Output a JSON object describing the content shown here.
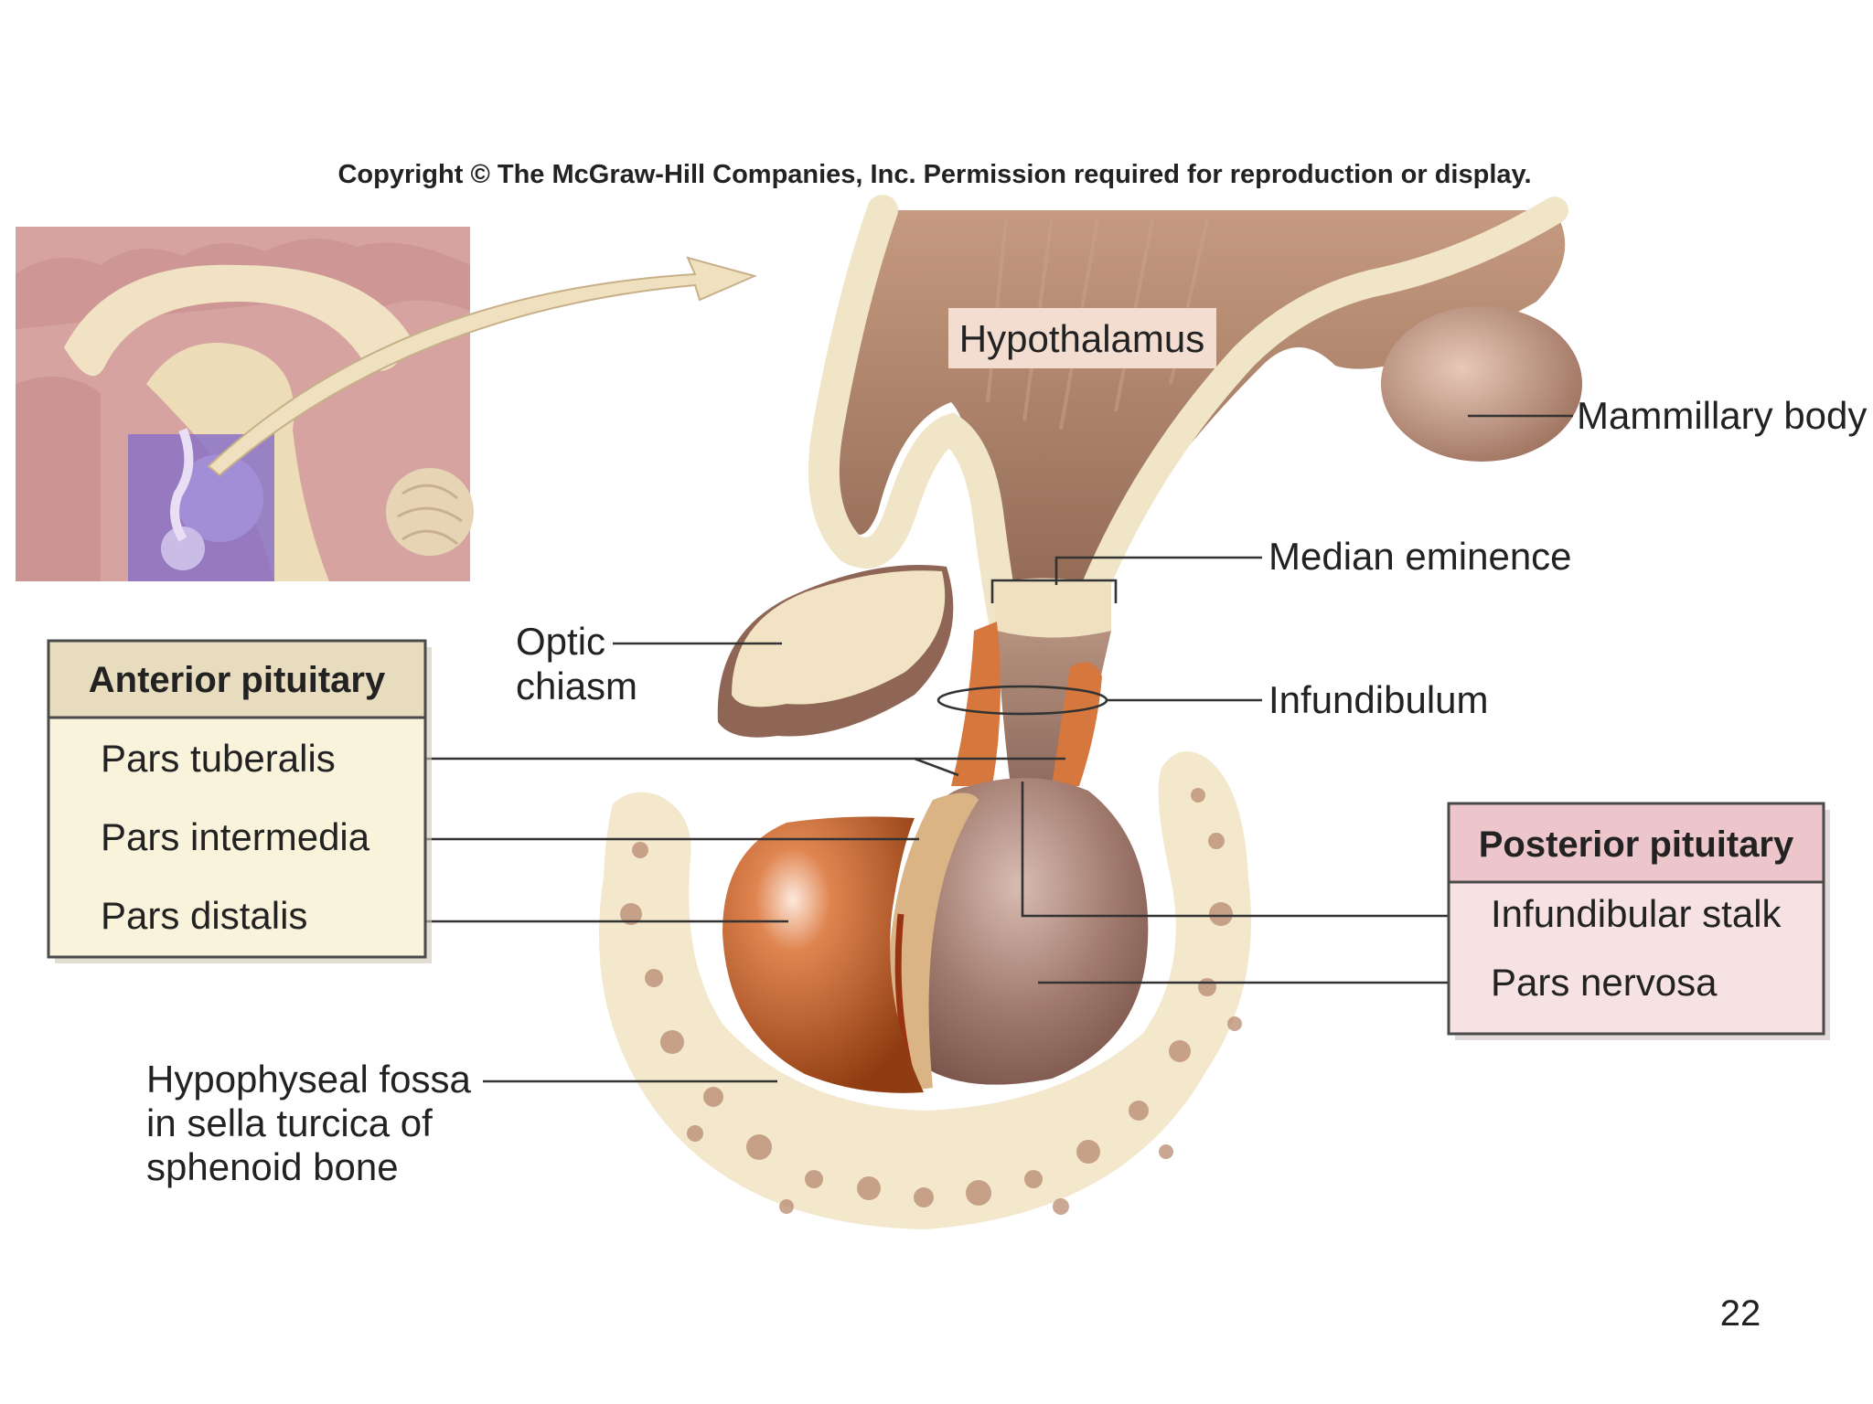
{
  "copyright": "Copyright © The McGraw-Hill Companies, Inc. Permission required for reproduction or display.",
  "labels": {
    "hypothalamus": "Hypothalamus",
    "mammillary_body": "Mammillary body",
    "median_eminence": "Median eminence",
    "optic_chiasm": [
      "Optic",
      "chiasm"
    ],
    "infundibulum": "Infundibulum",
    "hypophyseal_fossa": [
      "Hypophyseal fossa",
      "in sella turcica of",
      "sphenoid bone"
    ]
  },
  "anterior_box": {
    "title": "Anterior pituitary",
    "items": [
      "Pars tuberalis",
      "Pars intermedia",
      "Pars distalis"
    ]
  },
  "posterior_box": {
    "title": "Posterior pituitary",
    "items": [
      "Infundibular stalk",
      "Pars nervosa"
    ]
  },
  "page_number": "22",
  "colors": {
    "bone": "#f1e5c8",
    "hypothalamus_tissue": "#a97a5e",
    "anterior_lobe": "#c4622a",
    "pars_intermedia": "#dbb486",
    "posterior_lobe": "#9d7468",
    "anterior_box_fill": "#faf3dc",
    "anterior_box_header": "#e8dcbe",
    "posterior_box_fill": "#f6e1e3",
    "posterior_box_header": "#ecc6ca",
    "inset_highlight": "#8b72c4"
  }
}
